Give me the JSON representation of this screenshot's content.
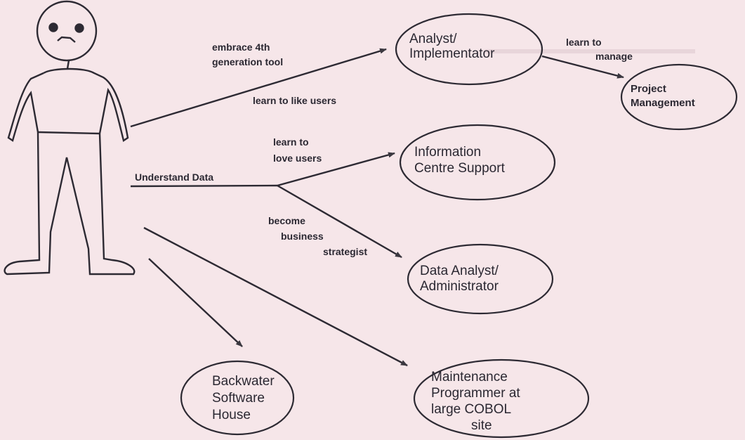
{
  "background_color": "#f6e6e9",
  "ink_color": "#2d2a33",
  "figure": {
    "icon": "stick-person-icon"
  },
  "nodes": {
    "analyst": {
      "line1": "Analyst/",
      "line2": "Implementator"
    },
    "project": {
      "line1": "Project",
      "line2": "Management"
    },
    "infocentre": {
      "line1": "Information",
      "line2": "Centre Support"
    },
    "dataadmin": {
      "line1": "Data Analyst/",
      "line2": "Administrator"
    },
    "backwater": {
      "line1": "Backwater",
      "line2": "Software",
      "line3": "House"
    },
    "maintenance": {
      "line1": "Maintenance",
      "line2": "Programmer at",
      "line3": "large COBOL",
      "line4": "site"
    }
  },
  "edge_labels": {
    "embrace_1": "embrace 4th",
    "embrace_2": "generation tool",
    "like_users": "learn to like users",
    "manage_1": "learn to",
    "manage_2": "manage",
    "love_1": "learn to",
    "love_2": "love users",
    "understand": "Understand Data",
    "strategist_1": "become",
    "strategist_2": "business",
    "strategist_3": "strategist"
  }
}
